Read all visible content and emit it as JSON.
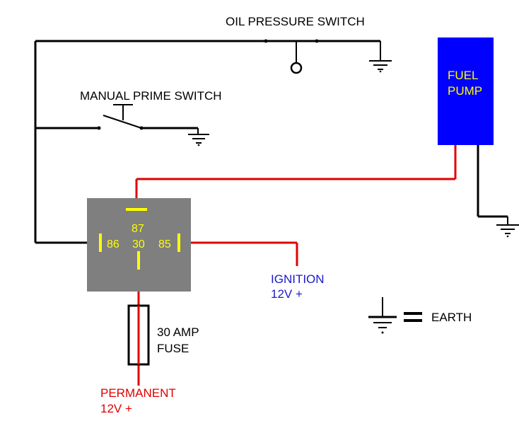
{
  "labels": {
    "oil_pressure_switch": "OIL PRESSURE SWITCH",
    "manual_prime_switch": "MANUAL PRIME SWITCH",
    "fuel_pump_line1": "FUEL",
    "fuel_pump_line2": "PUMP",
    "relay_pin_87": "87",
    "relay_pin_86": "86",
    "relay_pin_30": "30",
    "relay_pin_85": "85",
    "ignition_line1": "IGNITION",
    "ignition_line2": "12V +",
    "fuse_line1": "30 AMP",
    "fuse_line2": "FUSE",
    "permanent_line1": "PERMANENT",
    "permanent_line2": "12V +",
    "earth_legend": "EARTH",
    "earth_equals": "="
  },
  "colors": {
    "wire_black": "#000000",
    "wire_red": "#e00000",
    "fuel_pump_fill": "#0000ff",
    "relay_fill": "#7f7f7f",
    "relay_pin": "#ffff00",
    "ignition_text": "#1a1ac8",
    "permanent_text": "#e00000"
  }
}
